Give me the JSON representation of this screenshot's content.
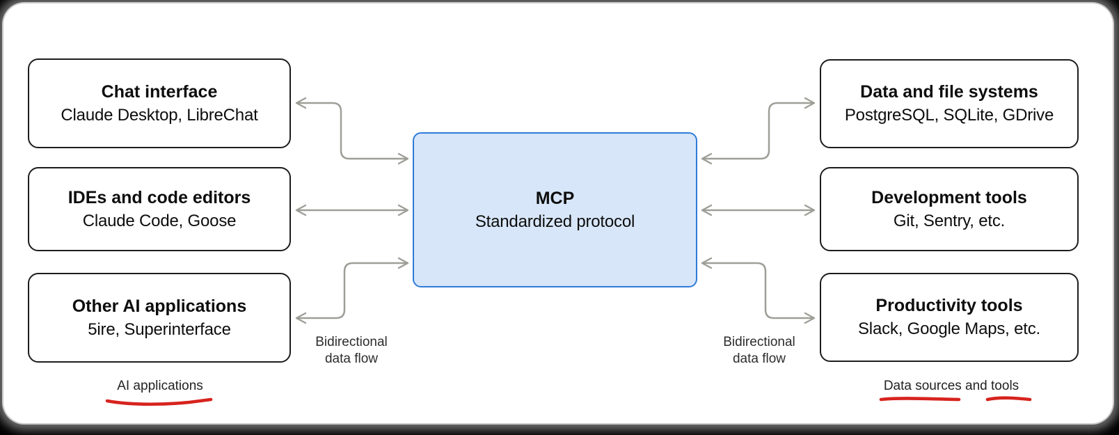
{
  "colors": {
    "background": "#000000",
    "card": "#ffffff",
    "node_border": "#1c1c1c",
    "mcp_fill": "#d7e6f8",
    "mcp_border": "#2e7bd9",
    "arrow_gray": "#9d9f97",
    "annotation_red": "#d7231e"
  },
  "center_node": {
    "title": "MCP",
    "subtitle": "Standardized protocol",
    "red_underline_under": "Standardized protocol"
  },
  "left_nodes": [
    {
      "title": "Chat interface",
      "subtitle": "Claude Desktop, LibreChat",
      "red_underline_under": "Claude"
    },
    {
      "title": "IDEs and code editors",
      "subtitle": "Claude Code, Goose"
    },
    {
      "title": "Other AI applications",
      "subtitle": "5ire, Superinterface"
    }
  ],
  "right_nodes": [
    {
      "title": "Data and file systems",
      "subtitle": "PostgreSQL, SQLite, GDrive"
    },
    {
      "title": "Development tools",
      "subtitle": "Git, Sentry, etc.",
      "red_underline_under": "Git"
    },
    {
      "title": "Productivity tools",
      "subtitle": "Slack, Google Maps, etc.",
      "red_underline_under": "Google Maps"
    }
  ],
  "flow_labels": {
    "left": {
      "line1": "Bidirectional",
      "line2": "data flow"
    },
    "right": {
      "line1": "Bidirectional",
      "line2": "data flow"
    }
  },
  "group_labels": {
    "left": "AI applications",
    "right": "Data sources and tools",
    "right_red_underlines": [
      "Data sources",
      "tools"
    ]
  }
}
